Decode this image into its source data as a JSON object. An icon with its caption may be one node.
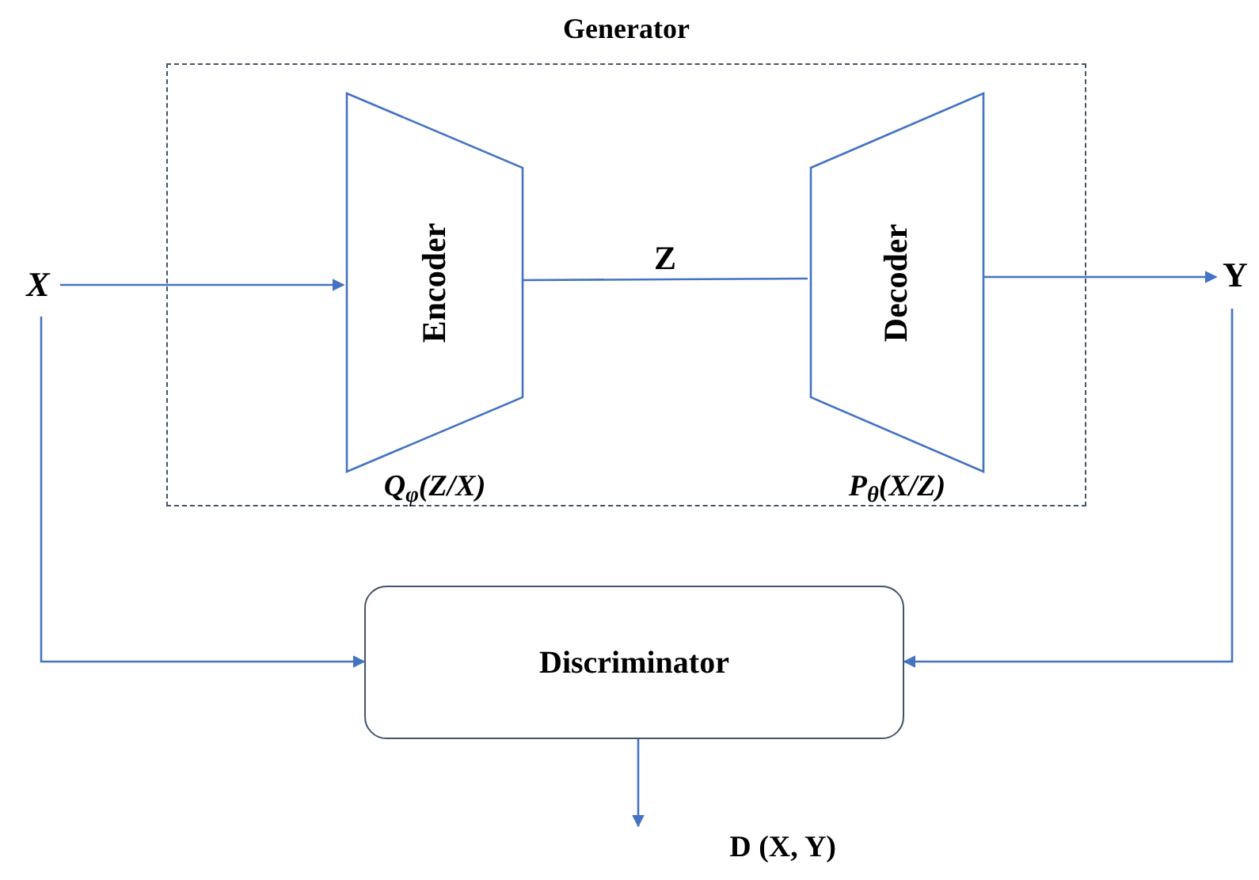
{
  "diagram": {
    "nodes": [
      {
        "text": [
          "Generator"
        ]
      },
      {
        "text": [
          "Encoder"
        ],
        "in": 0,
        "beside": [
          "Q$_{φ}$(Z/X)"
        ]
      },
      {
        "text": [
          "Decoder"
        ],
        "in": 0,
        "beside": [
          "P$_{θ}$(X/Z)"
        ]
      },
      {
        "text": [
          "X"
        ]
      },
      {
        "text": [
          "Y"
        ]
      },
      {
        "text": [
          "Discriminator"
        ]
      },
      {
        "text": [
          "D (X, Y)"
        ]
      }
    ],
    "edges": [
      {
        "from": 3,
        "to": 1,
        "arrow": "to"
      },
      {
        "from": 1,
        "to": 2,
        "arrow": "none",
        "label": "Z"
      },
      {
        "from": 2,
        "to": 4,
        "arrow": "to"
      },
      {
        "from": 3,
        "to": 5,
        "arrow": "to"
      },
      {
        "from": 4,
        "to": 5,
        "arrow": "to"
      },
      {
        "from": 5,
        "to": 6,
        "arrow": "to"
      }
    ]
  }
}
